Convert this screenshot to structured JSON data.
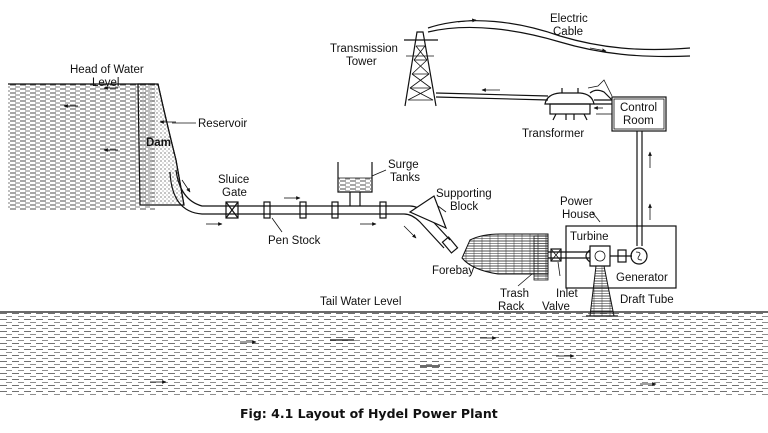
{
  "labels": {
    "electric_cable": [
      "Electric",
      "Cable"
    ],
    "transmission_tower": [
      "Transmission",
      "Tower"
    ],
    "head_of_water_level": [
      "Head of Water",
      "Level"
    ],
    "reservoir": "Reservoir",
    "dam": "Dam",
    "control_room": [
      "Control",
      "Room"
    ],
    "transformer": "Transformer",
    "surge_tanks": [
      "Surge",
      "Tanks"
    ],
    "sluice_gate": [
      "Sluice",
      "Gate"
    ],
    "supporting_block": [
      "Supporting",
      "Block"
    ],
    "power_house": [
      "Power",
      "House"
    ],
    "pen_stock": "Pen Stock",
    "turbine": "Turbine",
    "forebay": "Forebay",
    "generator": "Generator",
    "trash_rack": [
      "Trash",
      "Rack"
    ],
    "inlet_valve": [
      "Inlet",
      "Valve"
    ],
    "tail_water_level": "Tail Water Level",
    "draft_tube": "Draft Tube"
  },
  "caption": "Fig: 4.1 Layout of Hydel Power Plant"
}
